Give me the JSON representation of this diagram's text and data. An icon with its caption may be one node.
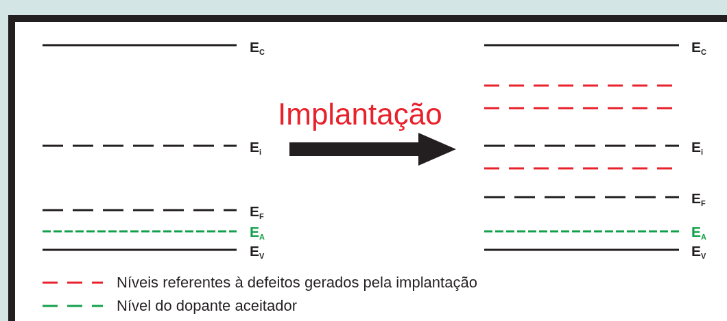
{
  "diagram": {
    "labels": [
      "E$_{C}$",
      "E$_{C}$",
      "Implantação",
      "E$_{i}$",
      "E$_{i}$",
      "E$_{F}$",
      "E$_{F}$",
      "E$_{A}$",
      "E$_{A}$",
      "E$_{V}$",
      "E$_{V}$"
    ],
    "legend": [
      {
        "text": "Níveis referentes à defeitos gerados pela implantação"
      },
      {
        "text": "Nível do dopante aceitador"
      }
    ]
  }
}
